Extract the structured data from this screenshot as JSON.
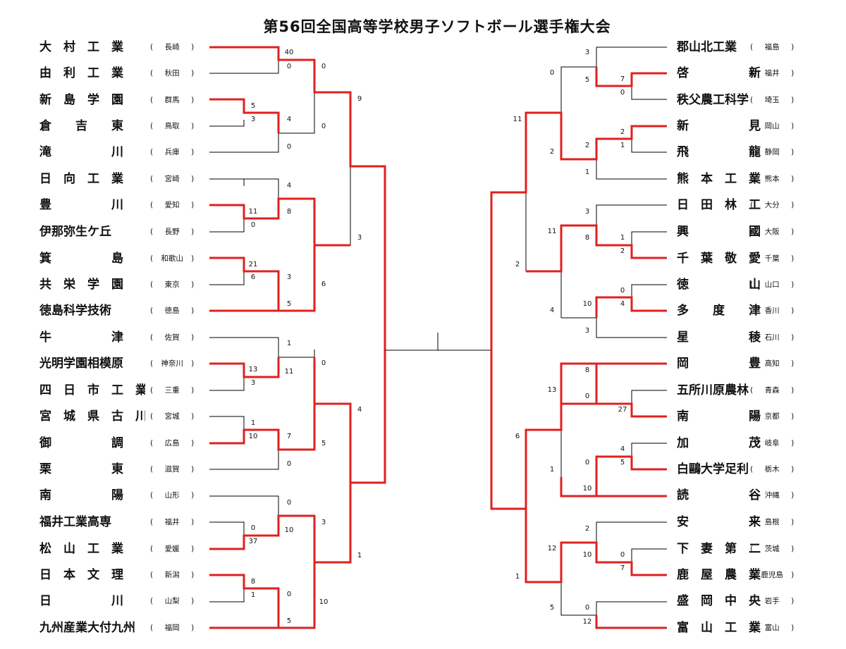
{
  "title": "第56回全国高等学校男子ソフトボール選手権大会",
  "colors": {
    "winner_line": "#e02020",
    "line": "#000000"
  },
  "left_teams": [
    {
      "name": "大　村　工　業",
      "pref": "長崎"
    },
    {
      "name": "由　利　工　業",
      "pref": "秋田"
    },
    {
      "name": "新　島　学　園",
      "pref": "群馬"
    },
    {
      "name": "倉　　吉　　東",
      "pref": "鳥取"
    },
    {
      "name": "滝　　　　　川",
      "pref": "兵庫"
    },
    {
      "name": "日　向　工　業",
      "pref": "宮崎"
    },
    {
      "name": "豊　　　　　川",
      "pref": "愛知"
    },
    {
      "name": "伊那弥生ケ丘",
      "pref": "長野"
    },
    {
      "name": "箕　　　　　島",
      "pref": "和歌山"
    },
    {
      "name": "共　栄　学　園",
      "pref": "東京"
    },
    {
      "name": "徳島科学技術",
      "pref": "徳島"
    },
    {
      "name": "牛　　　　　津",
      "pref": "佐賀"
    },
    {
      "name": "光明学園相模原",
      "pref": "神奈川"
    },
    {
      "name": "四　日　市　工　業",
      "pref": "三重"
    },
    {
      "name": "宮　城　県　古　川",
      "pref": "宮城"
    },
    {
      "name": "御　　　　　調",
      "pref": "広島"
    },
    {
      "name": "栗　　　　　東",
      "pref": "滋賀"
    },
    {
      "name": "南　　　　　陽",
      "pref": "山形"
    },
    {
      "name": "福井工業高専",
      "pref": "福井"
    },
    {
      "name": "松　山　工　業",
      "pref": "愛媛"
    },
    {
      "name": "日　本　文　理",
      "pref": "新潟"
    },
    {
      "name": "日　　　　　川",
      "pref": "山梨"
    },
    {
      "name": "九州産業大付九州",
      "pref": "福岡"
    }
  ],
  "right_teams": [
    {
      "name": "郡山北工業",
      "pref": "福島"
    },
    {
      "name": "啓　　　　　新",
      "pref": "福井"
    },
    {
      "name": "秩父農工科学",
      "pref": "埼玉"
    },
    {
      "name": "新　　　　　見",
      "pref": "岡山"
    },
    {
      "name": "飛　　　　　龍",
      "pref": "静岡"
    },
    {
      "name": "熊　本　工　業",
      "pref": "熊本"
    },
    {
      "name": "日　田　林　工",
      "pref": "大分"
    },
    {
      "name": "興　　　　　國",
      "pref": "大阪"
    },
    {
      "name": "千　葉　敬　愛",
      "pref": "千葉"
    },
    {
      "name": "徳　　　　　山",
      "pref": "山口"
    },
    {
      "name": "多　　度　　津",
      "pref": "香川"
    },
    {
      "name": "星　　　　　稜",
      "pref": "石川"
    },
    {
      "name": "岡　　　　　豊",
      "pref": "高知"
    },
    {
      "name": "五所川原農林",
      "pref": "青森"
    },
    {
      "name": "南　　　　　陽",
      "pref": "京都"
    },
    {
      "name": "加　　　　　茂",
      "pref": "岐阜"
    },
    {
      "name": "白鷗大学足利",
      "pref": "栃木"
    },
    {
      "name": "読　　　　　谷",
      "pref": "沖縄"
    },
    {
      "name": "安　　　　　来",
      "pref": "島根"
    },
    {
      "name": "下　妻　第　二",
      "pref": "茨城"
    },
    {
      "name": "鹿　屋　農　業",
      "pref": "鹿児島"
    },
    {
      "name": "盛　岡　中　央",
      "pref": "岩手"
    },
    {
      "name": "富　山　工　業",
      "pref": "富山"
    }
  ],
  "left_scores": [
    "40",
    "0",
    "5",
    "3",
    "4",
    "0",
    "0",
    "0",
    "11",
    "0",
    "8",
    "4",
    "21",
    "6",
    "3",
    "6",
    "5",
    "9",
    "3",
    "1",
    "13",
    "3",
    "11",
    "0",
    "1",
    "10",
    "7",
    "5",
    "0",
    "4",
    "0",
    "0",
    "37",
    "10",
    "3",
    "8",
    "1",
    "0",
    "10",
    "5",
    "1"
  ],
  "right_scores": [
    "3",
    "5",
    "7",
    "0",
    "0",
    "2",
    "1",
    "2",
    "1",
    "2",
    "11",
    "3",
    "11",
    "8",
    "1",
    "2",
    "0",
    "4",
    "10",
    "3",
    "4",
    "2",
    "8",
    "0",
    "27",
    "13",
    "4",
    "5",
    "0",
    "1",
    "10",
    "6",
    "2",
    "0",
    "12",
    "10",
    "7",
    "0",
    "12",
    "5",
    "1"
  ]
}
